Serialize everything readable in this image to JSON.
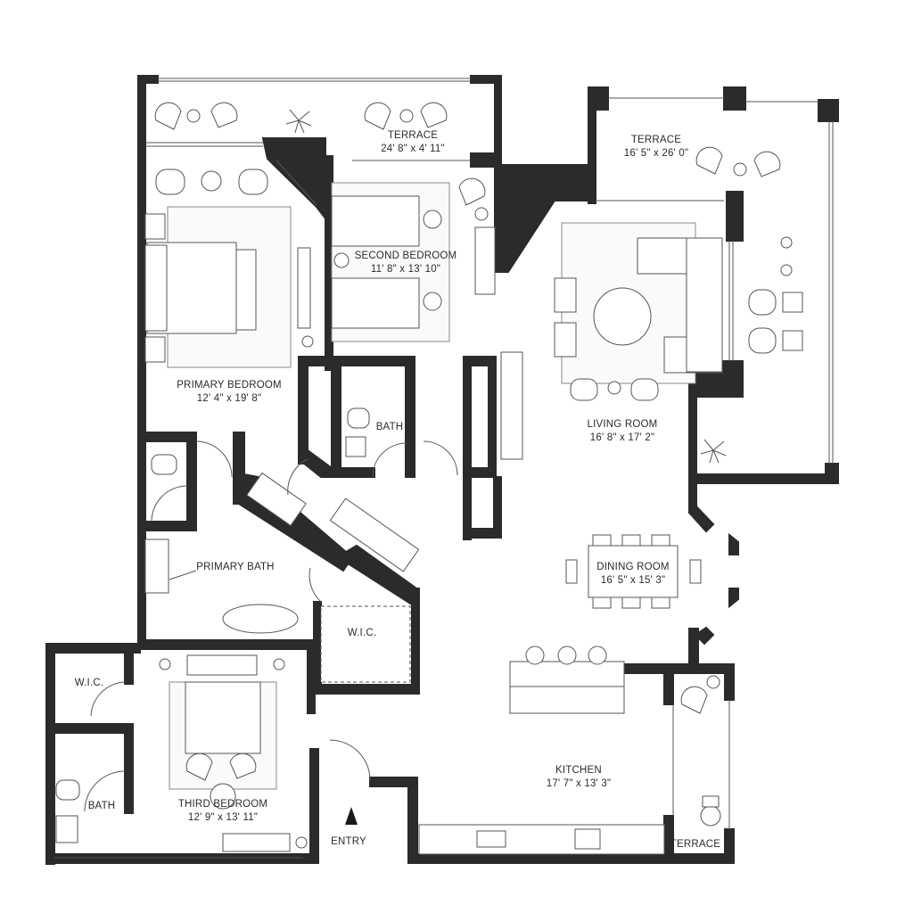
{
  "rooms": {
    "terrace_top": {
      "name": "TERRACE",
      "dims": "24' 8\" x 4' 11\""
    },
    "terrace_right": {
      "name": "TERRACE",
      "dims": "16' 5\" x 26' 0\""
    },
    "primary_bedroom": {
      "name": "PRIMARY BEDROOM",
      "dims": "12' 4\" x 19' 8\""
    },
    "second_bedroom": {
      "name": "SECOND BEDROOM",
      "dims": "11' 8\" x 13' 10\""
    },
    "bath_center": {
      "name": "BATH"
    },
    "living_room": {
      "name": "LIVING ROOM",
      "dims": "16' 8\" x 17' 2\""
    },
    "primary_bath": {
      "name": "PRIMARY BATH"
    },
    "dining_room": {
      "name": "DINING ROOM",
      "dims": "16' 5\" x 15' 3\""
    },
    "wic_center": {
      "name": "W.I.C."
    },
    "wic_left": {
      "name": "W.I.C."
    },
    "bath_left": {
      "name": "BATH"
    },
    "third_bedroom": {
      "name": "THIRD BEDROOM",
      "dims": "12' 9\" x 13' 11\""
    },
    "kitchen": {
      "name": "KITCHEN",
      "dims": "17' 7\" x 13' 3\""
    },
    "terrace_small": {
      "name": "TERRACE"
    }
  },
  "entry": {
    "label": "ENTRY"
  },
  "icons": {
    "entry_arrow": "entry-arrow-icon",
    "plant": "plant-icon",
    "colors": {
      "wall": "#2b2b2b",
      "line": "#555555"
    }
  }
}
